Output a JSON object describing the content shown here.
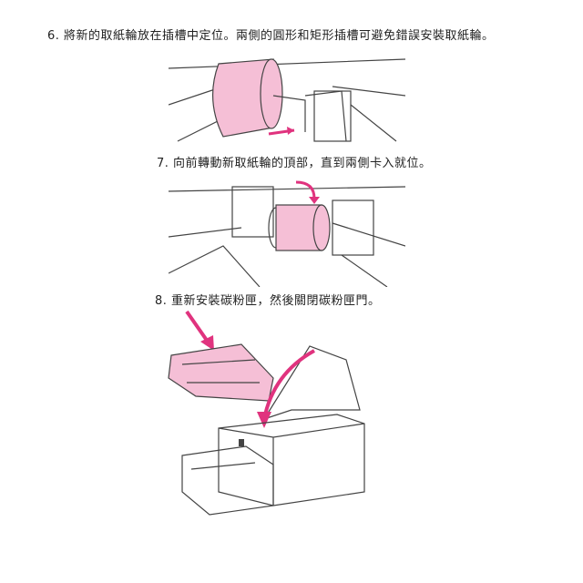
{
  "steps": [
    {
      "text": "6. 將新的取紙輪放在插槽中定位。兩側的圓形和矩形插槽可避免錯誤安裝取紙輪。"
    },
    {
      "text": "7. 向前轉動新取紙輪的頂部，直到兩側卡入就位。"
    },
    {
      "text": "8. 重新安裝碳粉匣，然後關閉碳粉匣門。"
    }
  ],
  "colors": {
    "accent": "#e0337e",
    "highlight": "#f5bfd6"
  }
}
